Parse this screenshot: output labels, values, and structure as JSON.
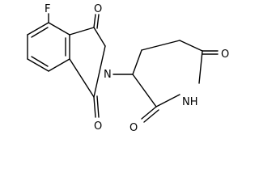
{
  "molecule": {
    "atoms": {
      "fluorine": "F",
      "imide_n": "N",
      "amide_nh": "NH",
      "oxygen_top": "O",
      "oxygen_bottom": "O",
      "oxygen_right": "O",
      "oxygen_lower": "O"
    }
  }
}
